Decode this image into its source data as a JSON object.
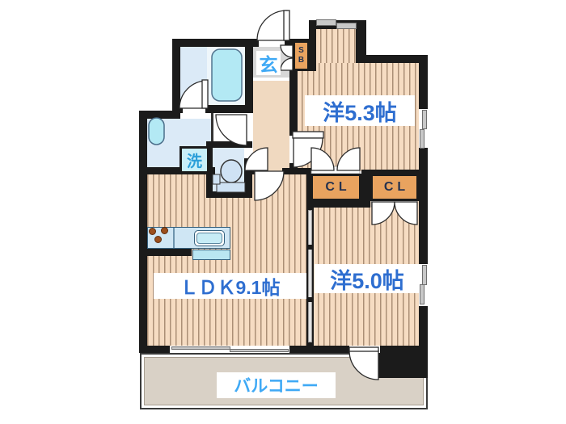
{
  "title": "apartment-floor-plan",
  "labels": {
    "room_53": "洋5.3帖",
    "room_50": "洋5.0帖",
    "ldk": "ＬＤＫ9.1帖",
    "balcony": "バルコニー",
    "entrance": "玄",
    "shoebox": "SB",
    "closet_left": "CL",
    "closet_right": "CL",
    "laundry": "洗"
  },
  "colors": {
    "wall": "#1b1b1b",
    "wood_floor": "#f6dcc2",
    "wood_stripe": "#6e5037",
    "wet_room": "#dbeaf7",
    "fixture_cyan": "#b3e9f4",
    "closet_orange": "#e9a35f",
    "balcony_floor": "#d9d1c6",
    "entrance_floor": "#d7d7d7",
    "hall_floor": "#f0d9c0",
    "room_label_blue": "#2e6ed0",
    "balcony_label_blue": "#3fa9f5",
    "closet_text": "#26324e"
  }
}
